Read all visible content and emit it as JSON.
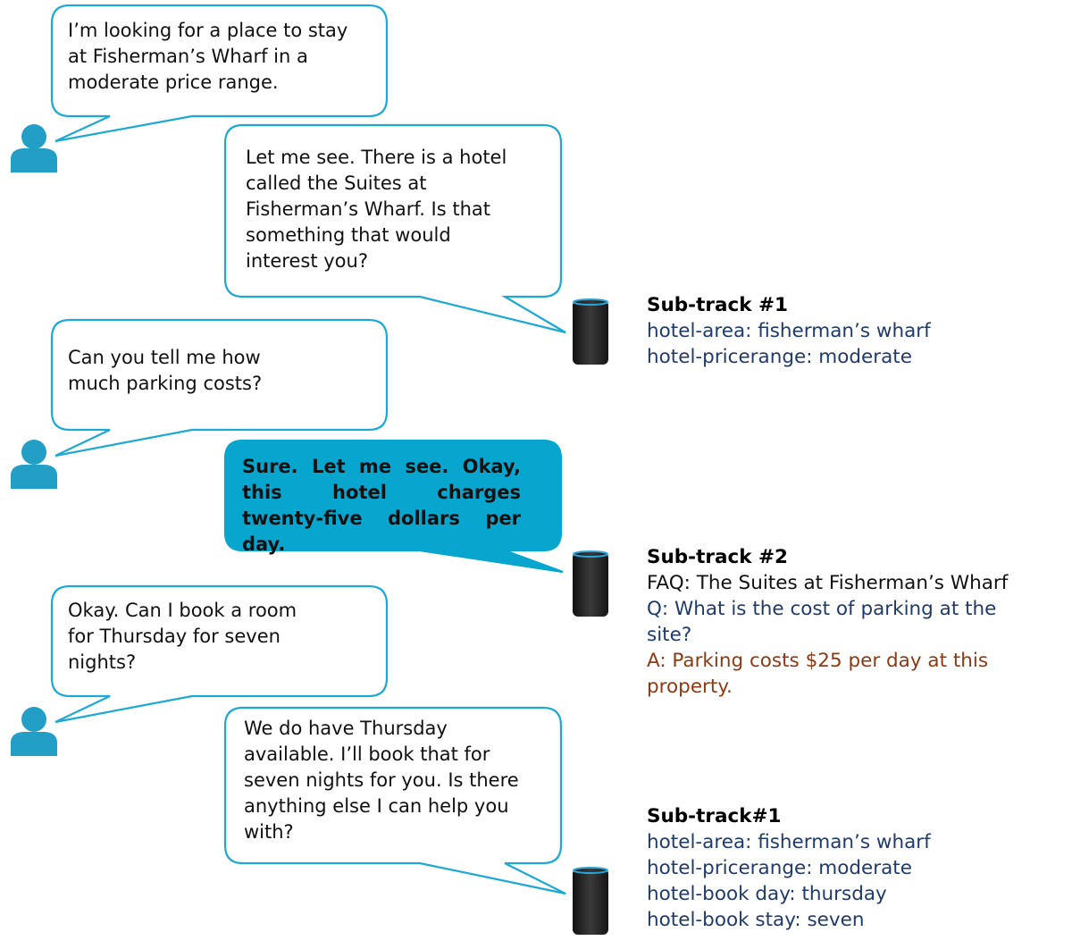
{
  "dialogue": [
    {
      "speaker": "user",
      "text": "I’m looking for a place to stay at Fisherman’s Wharf in a moderate price range."
    },
    {
      "speaker": "system",
      "text": "Let me see. There is a hotel called the Suites at Fisherman’s Wharf. Is that something that would interest you?"
    },
    {
      "speaker": "user",
      "text": "Can you tell me how much parking costs?"
    },
    {
      "speaker": "system",
      "text": "Sure. Let me see. Okay, this hotel charges twenty-five dollars per day.",
      "highlighted": true
    },
    {
      "speaker": "user",
      "text": "Okay. Can I book a room for Thursday for seven nights?"
    },
    {
      "speaker": "system",
      "text": "We do have Thursday available. I’ll book that for seven nights for you. Is there anything else I can help you with?"
    }
  ],
  "annotations": [
    {
      "title": "Sub-track #1",
      "lines": [
        "hotel-area: fisherman’s wharf",
        "hotel-pricerange: moderate"
      ]
    },
    {
      "title": "Sub-track #2",
      "faq": "FAQ: The Suites at Fisherman’s Wharf",
      "question": "Q: What is the cost of parking at the site?",
      "answer": "A: Parking costs $25 per day at this property."
    },
    {
      "title": "Sub-track#1",
      "lines": [
        "hotel-area: fisherman’s wharf",
        "hotel-pricerange: moderate",
        "hotel-book day: thursday",
        "hotel-book stay: seven"
      ]
    }
  ],
  "colors": {
    "bubble_stroke": "#1ea8d4",
    "highlight_fill": "#08a5cf",
    "user_icon": "#239fc6",
    "slot_text": "#1f3a6b",
    "answer_text": "#8b3a14"
  }
}
